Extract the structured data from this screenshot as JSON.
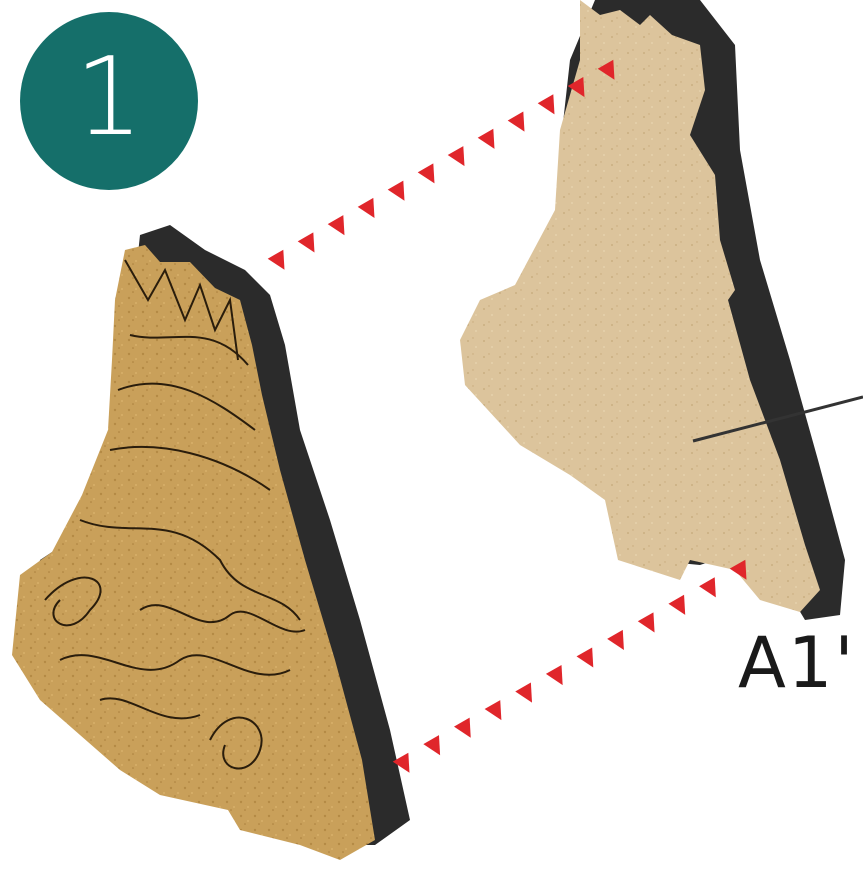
{
  "step": {
    "number": "1",
    "color": "#156f6a"
  },
  "part_label": "A1'",
  "colors": {
    "arrow": "#e0262b",
    "engraved_face": "#c9a05a",
    "plain_face": "#dcc49c",
    "edge": "#2b2b2b",
    "line": "#333333"
  },
  "icons": {
    "connector": "dotted-arrow-chain"
  }
}
